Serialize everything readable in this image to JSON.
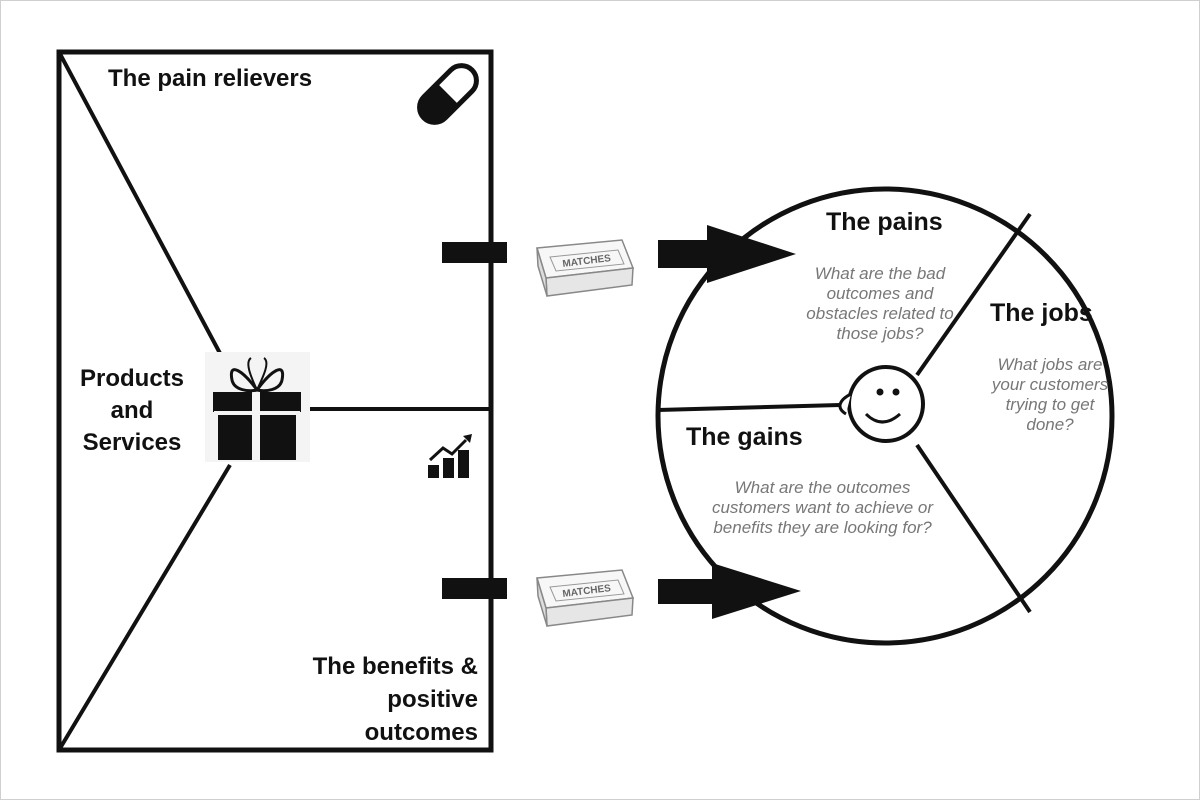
{
  "value_map": {
    "pain_relievers": "The pain relievers",
    "products_services_lines": [
      "Products",
      "and",
      "Services"
    ],
    "gain_creators_lines": [
      "The benefits &",
      "positive",
      "outcomes"
    ]
  },
  "customer_profile": {
    "pains": {
      "title": "The pains",
      "question_lines": [
        "What are the bad",
        "outcomes and",
        "obstacles related to",
        "those jobs?"
      ]
    },
    "jobs": {
      "title": "The jobs",
      "question_lines": [
        "What jobs are",
        "your customers",
        "trying to get",
        "done?"
      ]
    },
    "gains": {
      "title": "The gains",
      "question_lines": [
        "What are the outcomes",
        "customers want to achieve or",
        "benefits they are looking for?"
      ]
    }
  },
  "connectors": {
    "matchbox_label": "MATCHES"
  },
  "icons": [
    "pill-icon",
    "gift-icon",
    "growth-chart-icon",
    "matchbox-icon",
    "smiley-face-icon"
  ],
  "colors": {
    "ink": "#111111",
    "question_text": "#777777",
    "frame": "#cfcfcf"
  }
}
